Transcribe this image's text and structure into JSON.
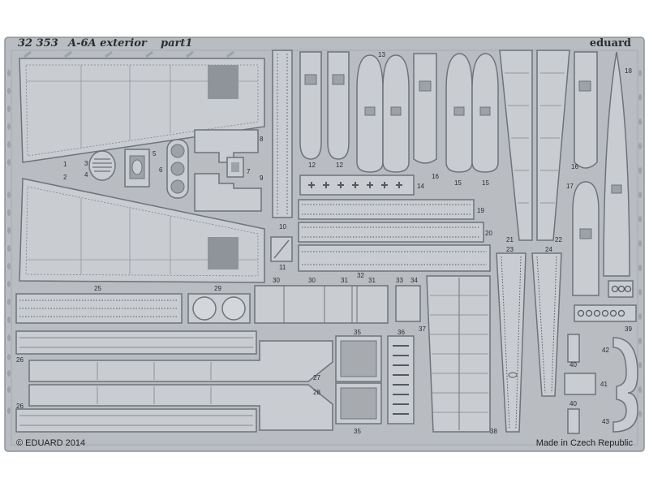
{
  "header": {
    "code": "32 353",
    "title": "A-6A exterior",
    "part": "part1",
    "brand": "eduard"
  },
  "footer": {
    "copyright": "© EDUARD 2014",
    "origin": "Made in Czech Republic"
  },
  "part_numbers": [
    "1",
    "2",
    "3",
    "4",
    "5",
    "6",
    "7",
    "8",
    "9",
    "10",
    "11",
    "12",
    "12",
    "13",
    "14",
    "15",
    "15",
    "16",
    "16",
    "17",
    "18",
    "19",
    "20",
    "21",
    "22",
    "23",
    "24",
    "25",
    "26",
    "26",
    "27",
    "28",
    "29",
    "30",
    "30",
    "31",
    "31",
    "32",
    "33",
    "34",
    "35",
    "35",
    "36",
    "37",
    "38",
    "39",
    "40",
    "40",
    "41",
    "42",
    "43"
  ],
  "colors": {
    "fret": "#b9bdc2",
    "fret_edge": "#8d9298",
    "part_fill": "#c9ccd0",
    "part_line": "#6e737a",
    "rivet": "#555a60",
    "text": "#2a2d31"
  }
}
